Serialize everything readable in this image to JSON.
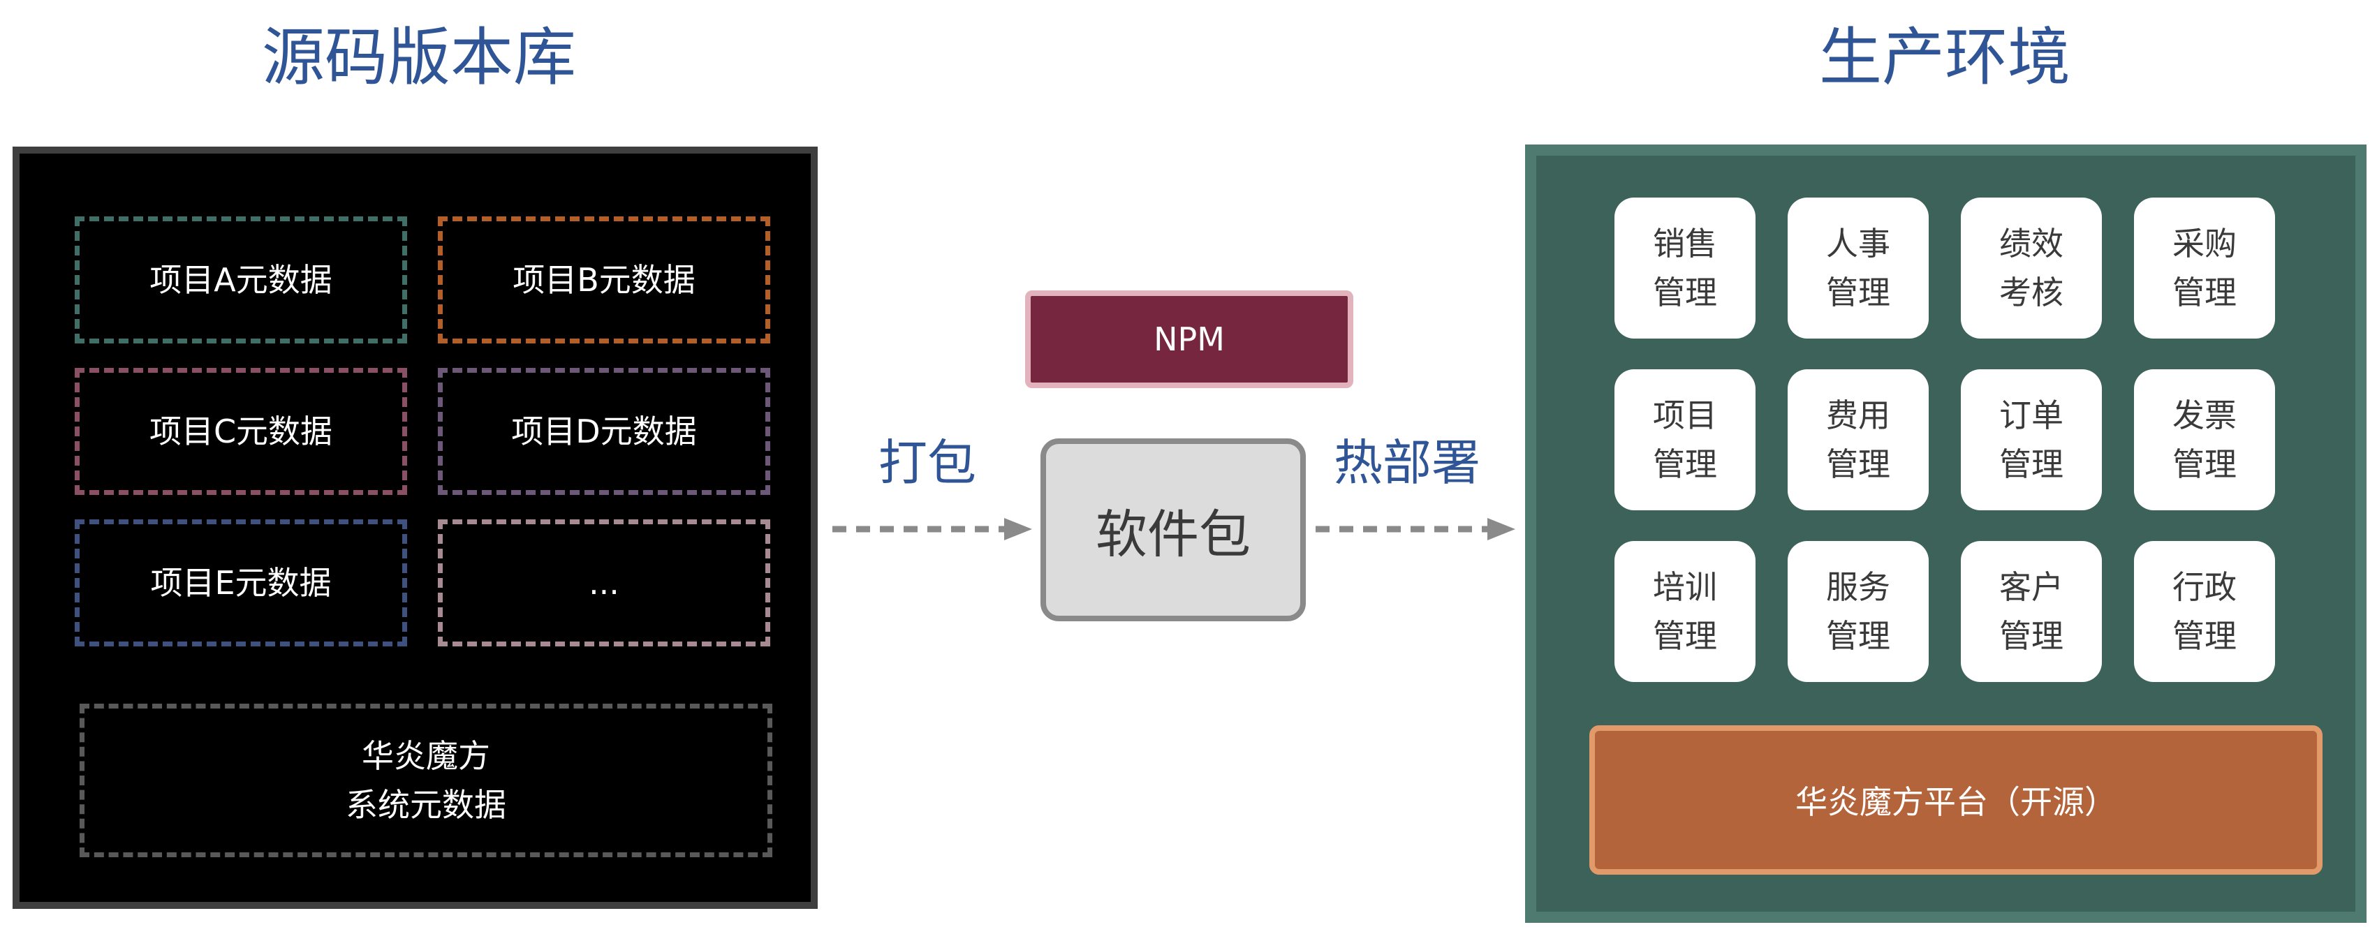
{
  "source_repo": {
    "title": "源码版本库",
    "metadata_blocks": [
      {
        "label": "项目A元数据"
      },
      {
        "label": "项目B元数据"
      },
      {
        "label": "项目C元数据"
      },
      {
        "label": "项目D元数据"
      },
      {
        "label": "项目E元数据"
      },
      {
        "label": "..."
      }
    ],
    "system_metadata": {
      "line1": "华炎魔方",
      "line2": "系统元数据"
    }
  },
  "pipeline": {
    "pack_label": "打包",
    "npm_label": "NPM",
    "package_label": "软件包",
    "deploy_label": "热部署"
  },
  "production": {
    "title": "生产环境",
    "modules": [
      {
        "line1": "销售",
        "line2": "管理"
      },
      {
        "line1": "人事",
        "line2": "管理"
      },
      {
        "line1": "绩效",
        "line2": "考核"
      },
      {
        "line1": "采购",
        "line2": "管理"
      },
      {
        "line1": "项目",
        "line2": "管理"
      },
      {
        "line1": "费用",
        "line2": "管理"
      },
      {
        "line1": "订单",
        "line2": "管理"
      },
      {
        "line1": "发票",
        "line2": "管理"
      },
      {
        "line1": "培训",
        "line2": "管理"
      },
      {
        "line1": "服务",
        "line2": "管理"
      },
      {
        "line1": "客户",
        "line2": "管理"
      },
      {
        "line1": "行政",
        "line2": "管理"
      }
    ],
    "platform_label": "华炎魔方平台（开源）"
  },
  "colors": {
    "title_blue": "#2f5597",
    "repo_bg": "#000000",
    "prod_bg": "#3c6259",
    "npm_bg": "#76273f",
    "platform_bg": "#b3643a",
    "arrow_gray": "#8a8a8a"
  }
}
